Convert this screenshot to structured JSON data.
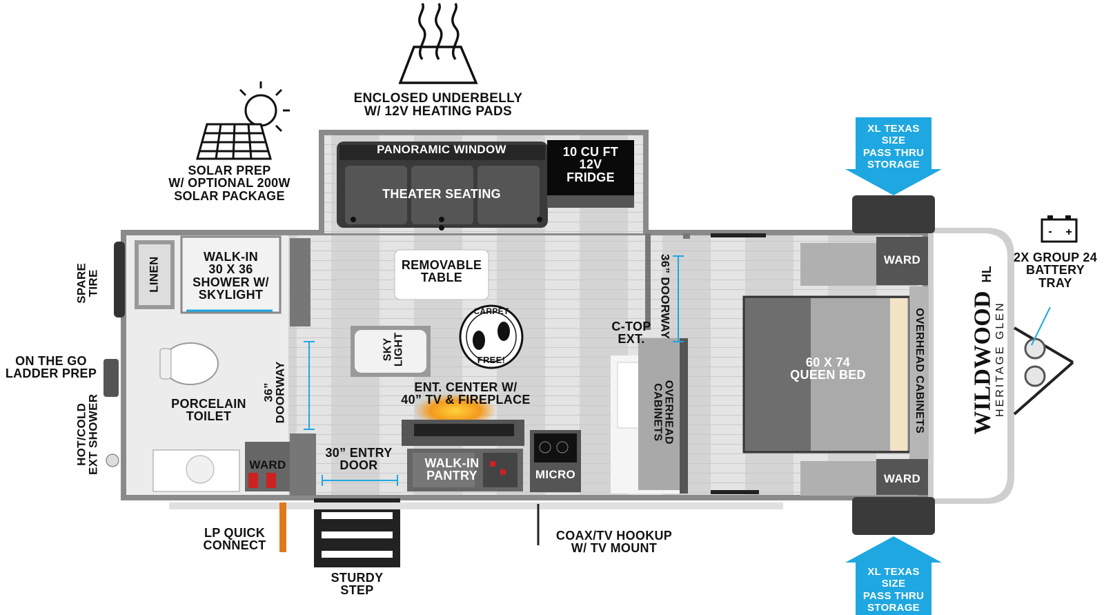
{
  "labels": {
    "underbelly": "ENCLOSED UNDERBELLY\nW/ 12V HEATING PADS",
    "solar": "SOLAR PREP\nW/ OPTIONAL 200W\nSOLAR PACKAGE",
    "panoramic_window": "PANORAMIC WINDOW",
    "theater_seating": "THEATER SEATING",
    "fridge": "10 CU FT\n12V\nFRIDGE",
    "removable_table": "REMOVABLE\nTABLE",
    "shower": "WALK-IN\n30 X 36\nSHOWER W/\nSKYLIGHT",
    "linen": "LINEN",
    "spare_tire": "SPARE\nTIRE",
    "ladder": "ON THE GO\nLADDER PREP",
    "ext_shower": "HOT/COLD\nEXT SHOWER",
    "toilet": "PORCELAIN\nTOILET",
    "doorway_left": "36” DOORWAY",
    "doorway_right": "36” DOORWAY",
    "ward_bath": "WARD",
    "skylight": "SKY\nLIGHT",
    "carpet_top": "CARPET",
    "carpet_bottom": "FREE!",
    "ent_center": "ENT. CENTER W/\n40” TV & FIREPLACE",
    "entry_door": "30” ENTRY\nDOOR",
    "pantry": "WALK-IN\nPANTRY",
    "micro": "MICRO",
    "ctop": "C-TOP\nEXT.",
    "overhead_kitchen": "OVERHEAD\nCABINETS",
    "queen_bed": "60 X 74\nQUEEN BED",
    "overhead_bed": "OVERHEAD CABINETS",
    "ward_top": "WARD",
    "ward_bottom": "WARD",
    "storage_top": "XL TEXAS SIZE\nPASS THRU\nSTORAGE",
    "storage_bottom": "XL TEXAS SIZE\nPASS THRU\nSTORAGE",
    "battery": "2X GROUP 24\nBATTERY\nTRAY",
    "lp": "LP QUICK\nCONNECT",
    "sturdy_step": "STURDY\nSTEP",
    "coax": "COAX/TV HOOKUP\nW/ TV MOUNT",
    "brand": "WILDWOOD",
    "brand_sub": "HERITAGE GLEN",
    "brand_model": "HL"
  },
  "colors": {
    "blue_arrow": "#1ea7e1",
    "wall": "#7a7a7a",
    "floor": "#d9d9d9",
    "dark": "#111111"
  }
}
